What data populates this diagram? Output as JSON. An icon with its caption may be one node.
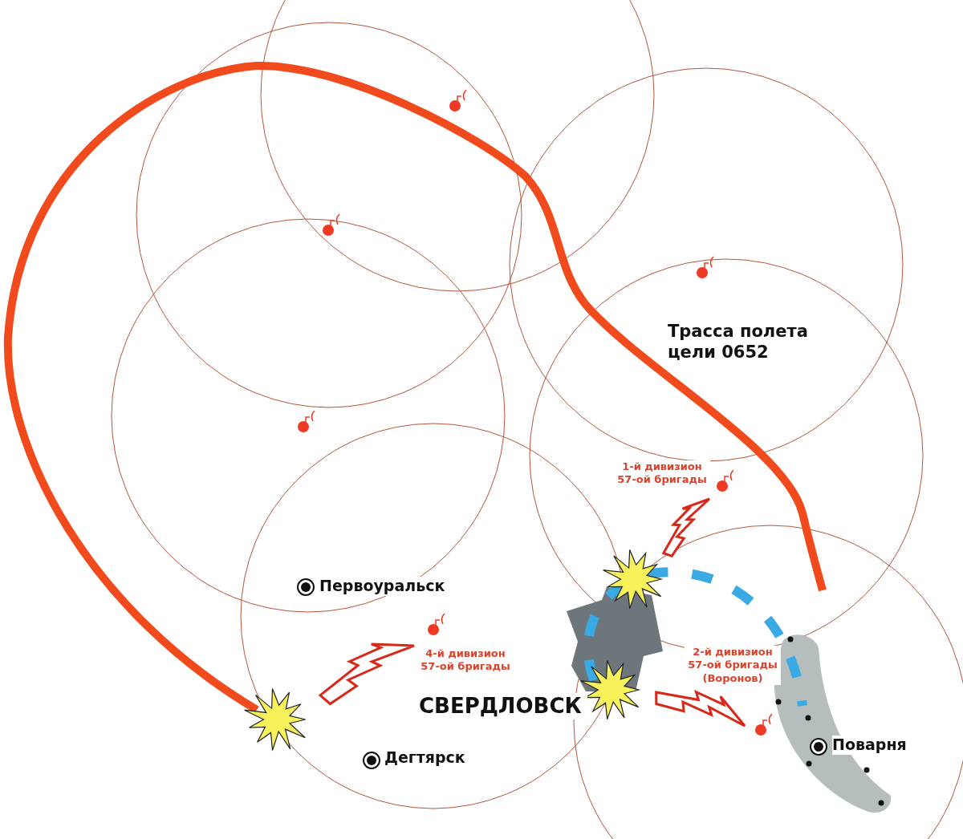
{
  "diagram": {
    "labels": [
      "Трасса полета цели 0652",
      "1-й дивизион 57-ой бригады",
      "Первоуральск",
      "4-й дивизион 57-ой бригады",
      "2-й дивизион 57-ой бригады (Воронов)",
      "СВЕРДЛОВСК",
      "Поварня",
      "Дегтярск"
    ]
  }
}
